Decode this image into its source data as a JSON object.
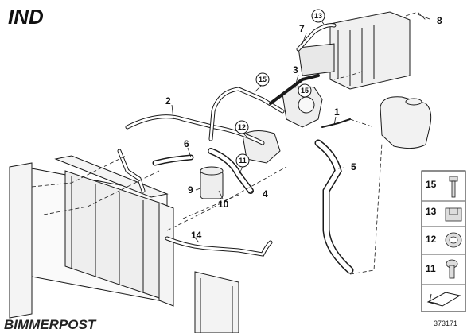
{
  "logo": {
    "text": "IND"
  },
  "watermark": {
    "text": "BIMMERPOST"
  },
  "diagram_id": "373171",
  "callouts": {
    "c1": "1",
    "c2": "2",
    "c3": "3",
    "c4": "4",
    "c5": "5",
    "c6": "6",
    "c7": "7",
    "c8": "8",
    "c9": "9",
    "c10": "10",
    "c11": "11",
    "c12": "12",
    "c13": "13",
    "c14": "14",
    "c15a": "15",
    "c15b": "15"
  },
  "legend": {
    "items": [
      {
        "number": "15",
        "part": "bolt"
      },
      {
        "number": "13",
        "part": "clip"
      },
      {
        "number": "12",
        "part": "clamp"
      },
      {
        "number": "11",
        "part": "hose-clamp"
      }
    ]
  },
  "colors": {
    "line": "#1a1a1a",
    "fill": "#f2f2f2",
    "panel": "#e9e9e9"
  }
}
